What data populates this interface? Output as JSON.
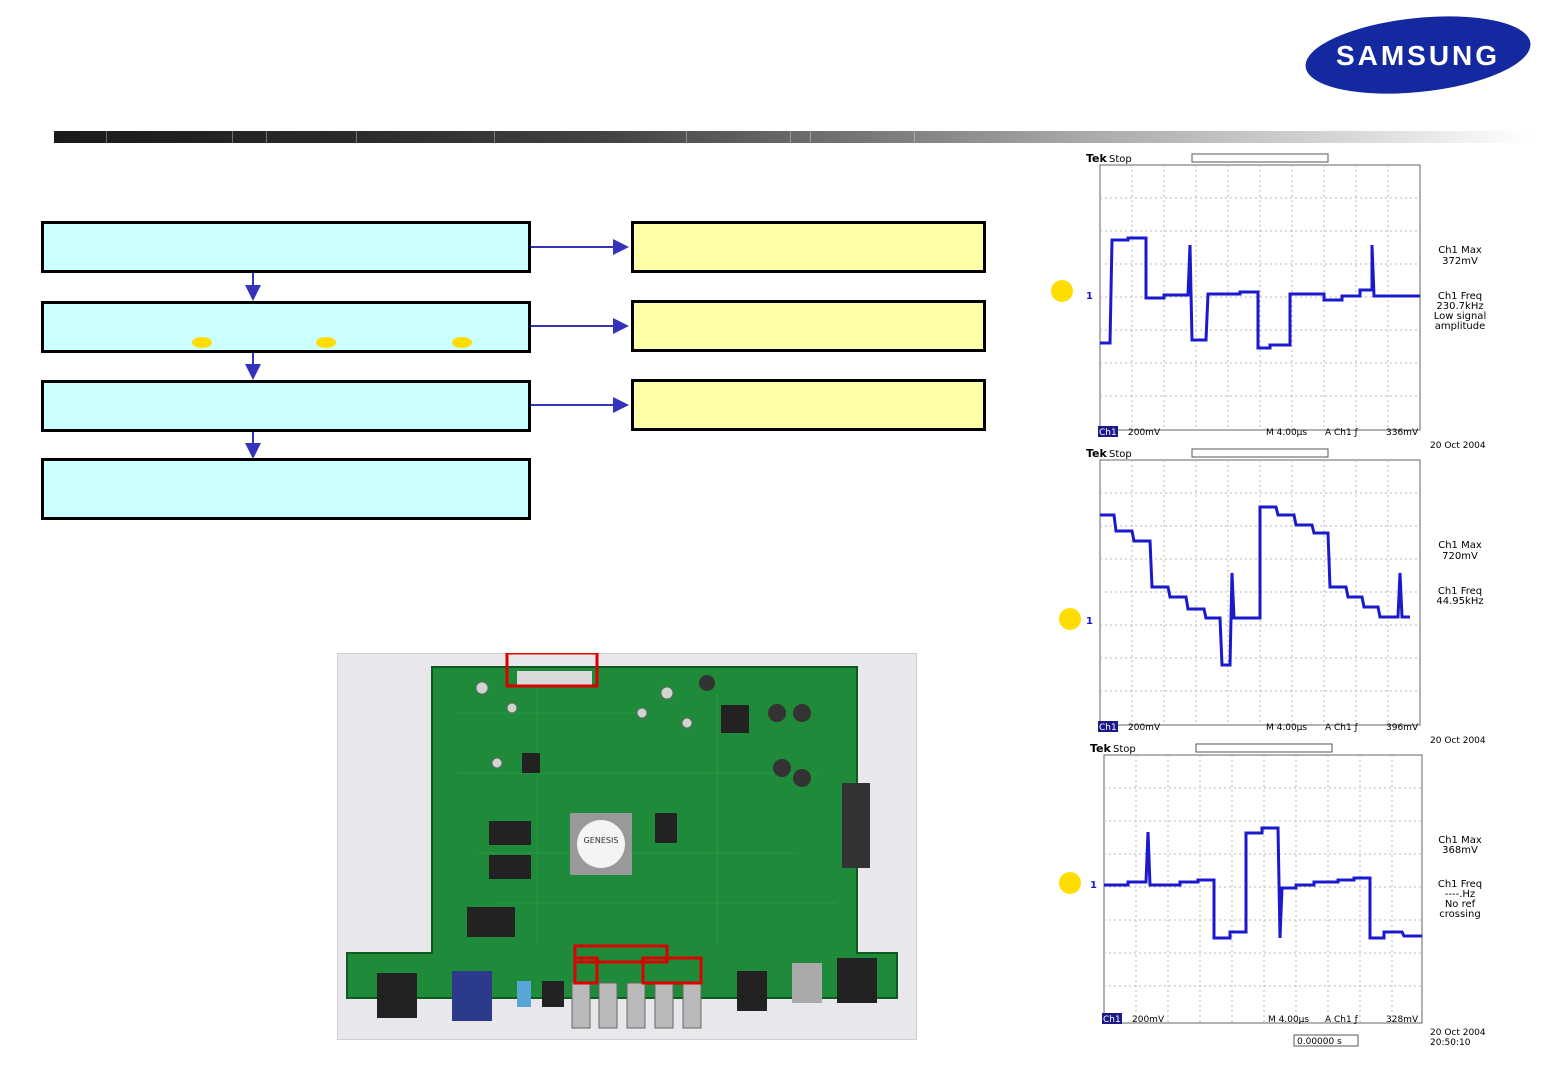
{
  "logo": {
    "text": "SAMSUNG"
  },
  "colors": {
    "cyan_box": "#ccffff",
    "yellow_box": "#ffffa8",
    "arrow": "#3333bb",
    "marker": "#ffdd00",
    "highlight": "#dd0000",
    "trace": "#1a1acc"
  },
  "scopes": [
    {
      "brand": "Tek",
      "status": "Stop",
      "side_label_1": "Ch1 Max",
      "side_value_1": "372mV",
      "side_label_2": "Ch1 Freq",
      "side_value_2": "230.7kHz",
      "side_note_1": "Low signal",
      "side_note_2": "amplitude",
      "ch_label": "Ch1",
      "volts_div": "200mV",
      "timebase": "M 4.00µs",
      "trigger": "A  Ch1  ƒ",
      "trigger_level": "336mV",
      "date": "20 Oct  2004",
      "time": "",
      "ref_marker": "1"
    },
    {
      "brand": "Tek",
      "status": "Stop",
      "side_label_1": "Ch1 Max",
      "side_value_1": "720mV",
      "side_label_2": "Ch1 Freq",
      "side_value_2": "44.95kHz",
      "side_note_1": "",
      "side_note_2": "",
      "ch_label": "Ch1",
      "volts_div": "200mV",
      "timebase": "M 4.00µs",
      "trigger": "A  Ch1  ƒ",
      "trigger_level": "396mV",
      "date": "20 Oct  2004",
      "time": "",
      "ref_marker": "1"
    },
    {
      "brand": "Tek",
      "status": "Stop",
      "side_label_1": "Ch1 Max",
      "side_value_1": "368mV",
      "side_label_2": "Ch1 Freq",
      "side_value_2": "----.Hz",
      "side_note_1": "No ref",
      "side_note_2": "crossing",
      "ch_label": "Ch1",
      "volts_div": "200mV",
      "timebase": "M 4.00µs",
      "trigger": "A  Ch1  ƒ",
      "trigger_level": "328mV",
      "date": "20 Oct  2004",
      "time": "20:50:10",
      "ref_marker": "1",
      "cursor_readout": "0.00000 s"
    }
  ],
  "board": {
    "chip_label": "GENESIS"
  }
}
